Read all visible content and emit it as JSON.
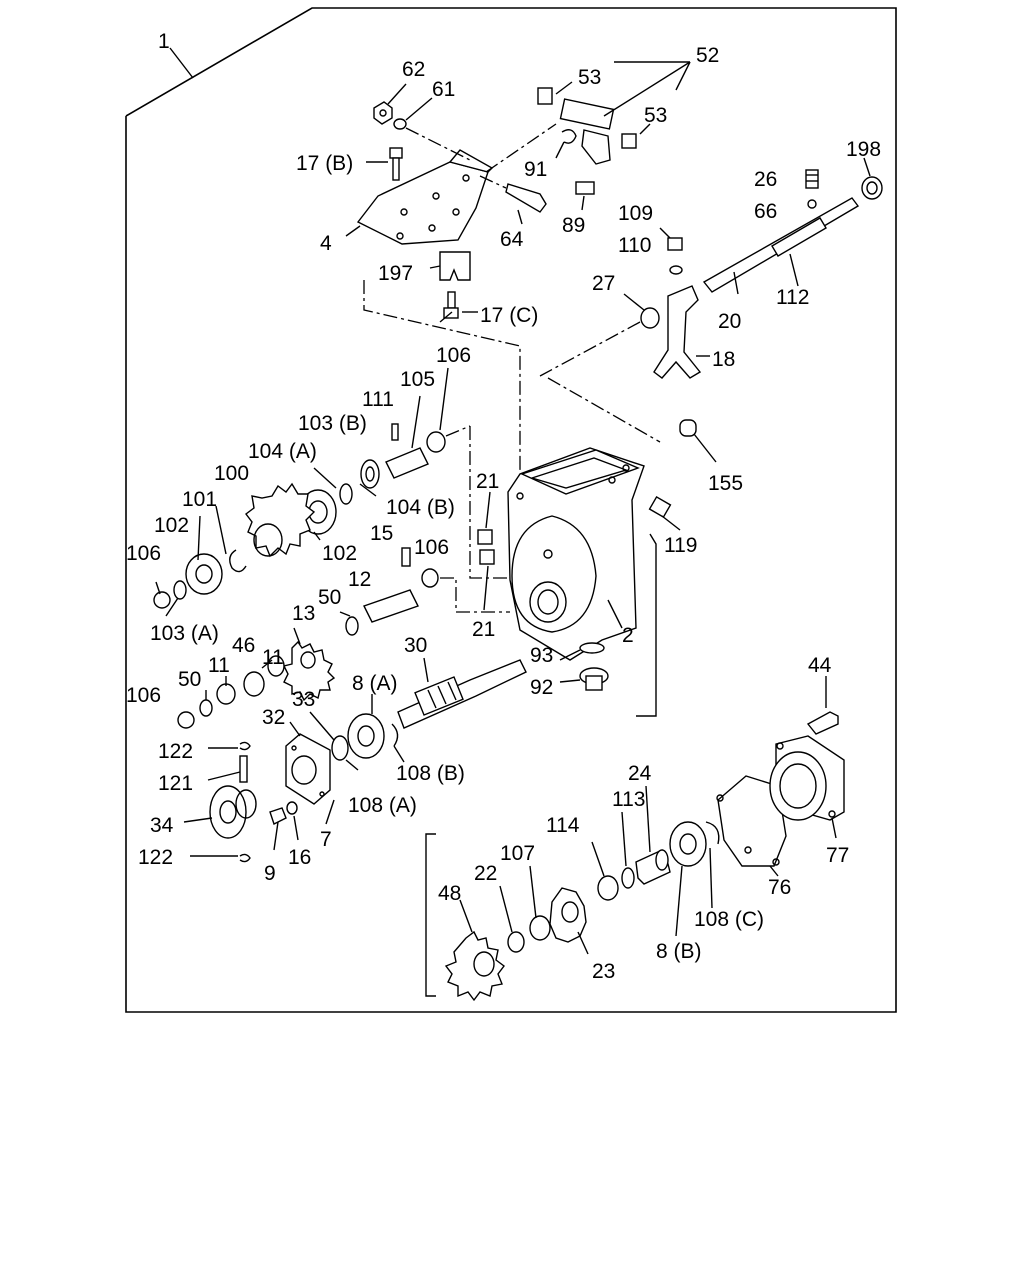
{
  "labels": {
    "l1": "1",
    "l2": "2",
    "l4": "4",
    "l7": "7",
    "l8a": "8 (A)",
    "l8b": "8 (B)",
    "l9": "9",
    "l11a": "11",
    "l11b": "11",
    "l12": "12",
    "l13": "13",
    "l15": "15",
    "l16": "16",
    "l17b": "17 (B)",
    "l17c": "17 (C)",
    "l18": "18",
    "l20": "20",
    "l21a": "21",
    "l21b": "21",
    "l22": "22",
    "l23": "23",
    "l24": "24",
    "l26": "26",
    "l27": "27",
    "l30": "30",
    "l32": "32",
    "l33": "33",
    "l34": "34",
    "l44": "44",
    "l46": "46",
    "l48": "48",
    "l50a": "50",
    "l50b": "50",
    "l52": "52",
    "l53a": "53",
    "l53b": "53",
    "l61": "61",
    "l62": "62",
    "l64": "64",
    "l66": "66",
    "l76": "76",
    "l77": "77",
    "l89": "89",
    "l91": "91",
    "l92": "92",
    "l93": "93",
    "l100": "100",
    "l101": "101",
    "l102a": "102",
    "l102b": "102",
    "l103a": "103 (A)",
    "l103b": "103 (B)",
    "l104a": "104 (A)",
    "l104b": "104 (B)",
    "l105": "105",
    "l106a": "106",
    "l106b": "106",
    "l106c": "106",
    "l106d": "106",
    "l107": "107",
    "l108a": "108 (A)",
    "l108b": "108 (B)",
    "l108c": "108 (C)",
    "l109": "109",
    "l110": "110",
    "l111": "111",
    "l112": "112",
    "l113": "113",
    "l114": "114",
    "l119": "119",
    "l121": "121",
    "l122a": "122",
    "l122b": "122",
    "l155": "155",
    "l197": "197",
    "l198": "198"
  }
}
